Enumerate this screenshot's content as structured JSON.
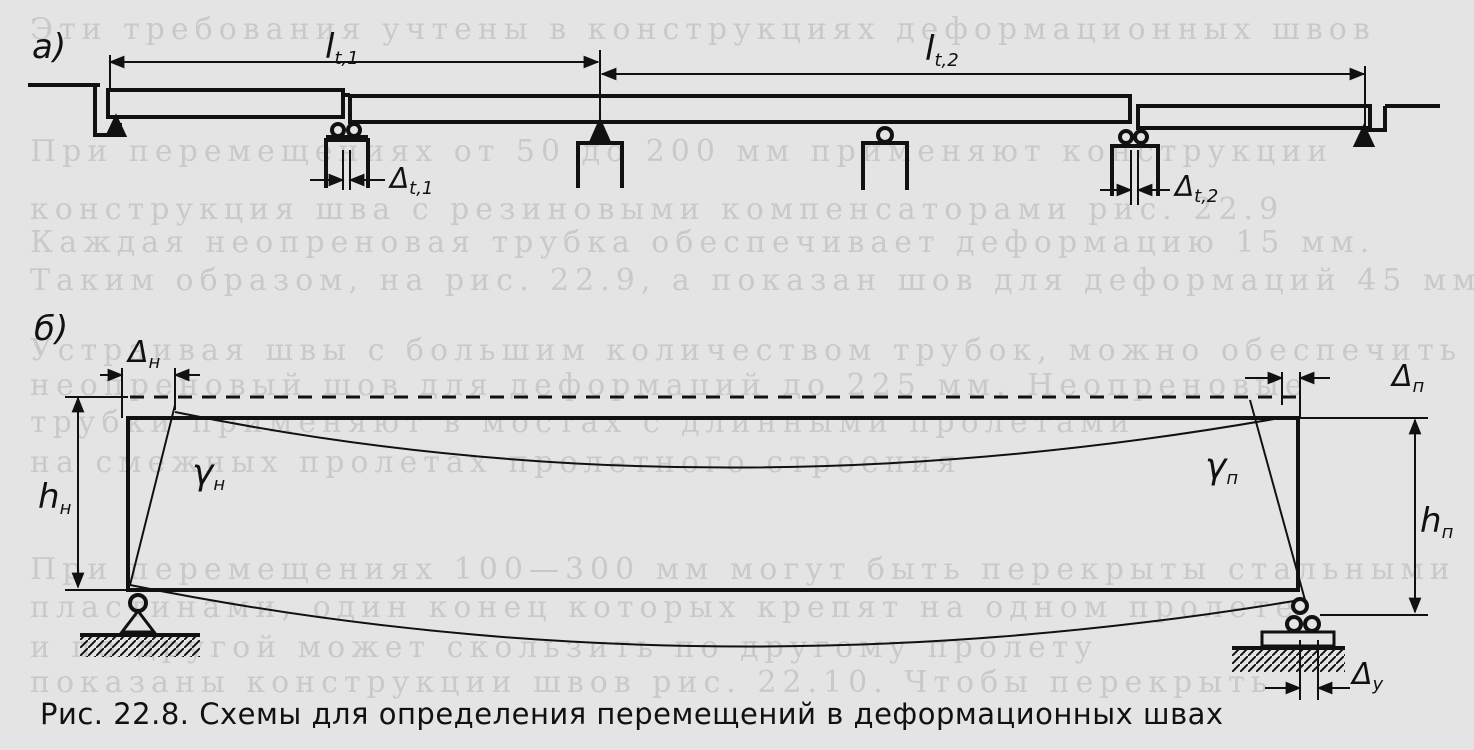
{
  "figure": {
    "panel_a_label": "а)",
    "panel_b_label": "б)",
    "span_1_main": "l",
    "span_1_sub": "t,1",
    "span_2_main": "l",
    "span_2_sub": "t,2",
    "joint_1_main": "Δ",
    "joint_1_sub": "t,1",
    "joint_2_main": "Δ",
    "joint_2_sub": "t,2",
    "disp_left_main": "Δ",
    "disp_left_sub": "н",
    "disp_right_main": "Δ",
    "disp_right_sub": "п",
    "height_left_main": "h",
    "height_left_sub": "н",
    "height_right_main": "h",
    "height_right_sub": "п",
    "angle_left_main": "γ",
    "angle_left_sub": "н",
    "angle_right_main": "γ",
    "angle_right_sub": "п",
    "support_disp_main": "Δ",
    "support_disp_sub": "у"
  },
  "caption": "Рис. 22.8. Схемы для определения перемещений в деформационных швах",
  "background_text": [
    "Эти требования учтены в конструкциях деформационных швов",
    "При перемещениях от 50 до 200 мм применяют конструкции",
    "конструкция шва с резиновыми компенсаторами рис. 22.9",
    "Каждая неопреновая трубка обеспечивает деформацию 15 мм.",
    "Таким образом, на рис. 22.9, а показан шов для деформаций 45 мм.",
    "Устраивая швы с большим количеством трубок, можно обеспечить",
    "неопреновый шов для деформаций до 225 мм. Неопреновые",
    "трубки применяют в мостах с длинными пролетами",
    "на смежных пролетах пролетного строения",
    "При перемещениях 100—300 мм могут быть перекрыты стальными",
    "пластинами, один конец которых крепят на одном пролете",
    "и по другой может скользить по другому пролету",
    "показаны конструкции швов рис. 22.10. Чтобы перекрыть"
  ]
}
